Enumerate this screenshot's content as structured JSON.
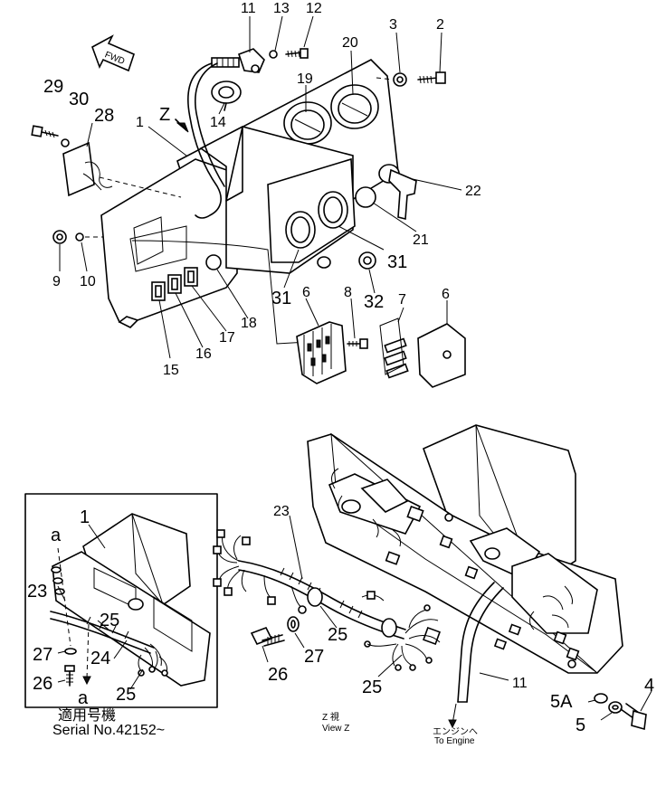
{
  "labels": {
    "p1": "1",
    "p2": "2",
    "p3": "3",
    "p6a": "6",
    "p6b": "6",
    "p7": "7",
    "p8": "8",
    "p9": "9",
    "p10": "10",
    "p11": "11",
    "p12": "12",
    "p13": "13",
    "p14": "14",
    "p15": "15",
    "p16": "16",
    "p17": "17",
    "p18": "18",
    "p19": "19",
    "p20": "20",
    "p21": "21",
    "p22": "22",
    "p28": "28",
    "p29": "29",
    "p30": "30",
    "p31a": "31",
    "p31b": "31",
    "p32": "32",
    "b1": "1",
    "b23": "23",
    "b24": "24",
    "b25a": "25",
    "b25b": "25",
    "b26": "26",
    "b27": "27",
    "ba1": "a",
    "ba2": "a",
    "m23": "23",
    "m25a": "25",
    "m25b": "25",
    "m26": "26",
    "m27": "27",
    "m11": "11",
    "m4": "4",
    "m5": "5",
    "m5a": "5A",
    "z": "Z"
  },
  "fwd": "FWD",
  "serial": {
    "title": "適用号機",
    "number": "Serial  No.42152~"
  },
  "view_z": {
    "jp": "Z  視",
    "en": "View Z"
  },
  "to_engine": {
    "jp": "エンジンへ",
    "en": "To Engine"
  }
}
